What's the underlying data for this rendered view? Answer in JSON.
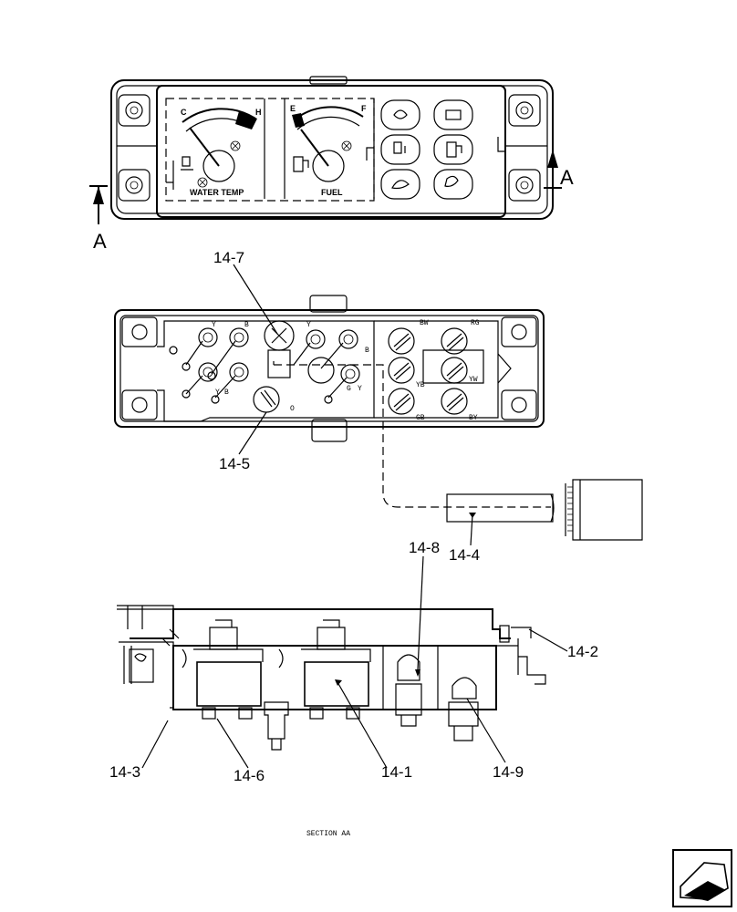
{
  "top_view": {
    "section_marker": "A",
    "section_marker_right": "A",
    "gauge_left_label": "WATER TEMP",
    "gauge_right_label": "FUEL",
    "gauge_left_scale_low": "C",
    "gauge_left_scale_high": "H",
    "gauge_right_scale_low": "E",
    "gauge_right_scale_high": "F",
    "indicator_icons": [
      "oil-pressure-icon",
      "battery-charge-icon",
      "preheat-icon",
      "fuel-filter-icon",
      "air-filter-icon",
      "hydraulic-oil-icon"
    ]
  },
  "rear_view": {
    "wire_labels_left": [
      "Y",
      "B",
      "Y",
      "B",
      "O"
    ],
    "wire_labels_mid": [
      "Y",
      "B",
      "Y",
      "G"
    ],
    "wire_labels_right": [
      "BW",
      "RG",
      "YW",
      "YB",
      "GB",
      "BY"
    ]
  },
  "callouts": {
    "c14_7": "14-7",
    "c14_5": "14-5",
    "c14_4": "14-4",
    "c14_8": "14-8",
    "c14_2": "14-2",
    "c14_3": "14-3",
    "c14_6": "14-6",
    "c14_1": "14-1",
    "c14_9": "14-9"
  },
  "section_caption": "SECTION AA",
  "nav_icon": "next-page-arrow-icon"
}
